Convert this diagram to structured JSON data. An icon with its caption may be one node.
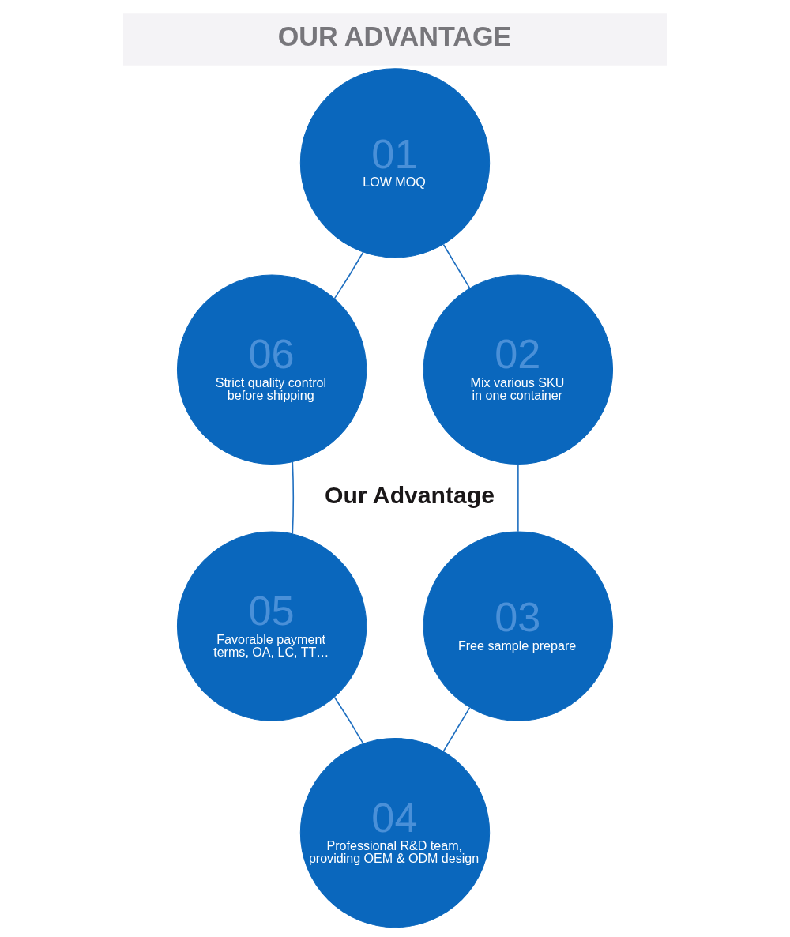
{
  "diagram": {
    "title": "OUR ADVANTAGE",
    "nodes": [
      {
        "text": [
          "01",
          "LOW MOQ"
        ]
      },
      {
        "text": [
          "02",
          "Mix various SKU in one container"
        ]
      },
      {
        "text": [
          "03",
          "Free sample prepare"
        ]
      },
      {
        "text": [
          "04",
          "Professional R&D team, providing OEM & ODM design"
        ]
      },
      {
        "text": [
          "05",
          "Favorable payment terms, OA, LC, TT…"
        ]
      },
      {
        "text": [
          "06",
          "Strict quality control before shipping"
        ]
      }
    ],
    "edges": [
      {
        "from": 0,
        "to": 1,
        "arrow": "none"
      },
      {
        "from": 1,
        "to": 2,
        "arrow": "none"
      },
      {
        "from": 2,
        "to": 3,
        "arrow": "none"
      },
      {
        "from": 3,
        "to": 4,
        "arrow": "none"
      },
      {
        "from": 4,
        "to": 5,
        "arrow": "none"
      },
      {
        "from": 5,
        "to": 0,
        "arrow": "none"
      }
    ],
    "labels": [
      "Our Advantage"
    ]
  }
}
